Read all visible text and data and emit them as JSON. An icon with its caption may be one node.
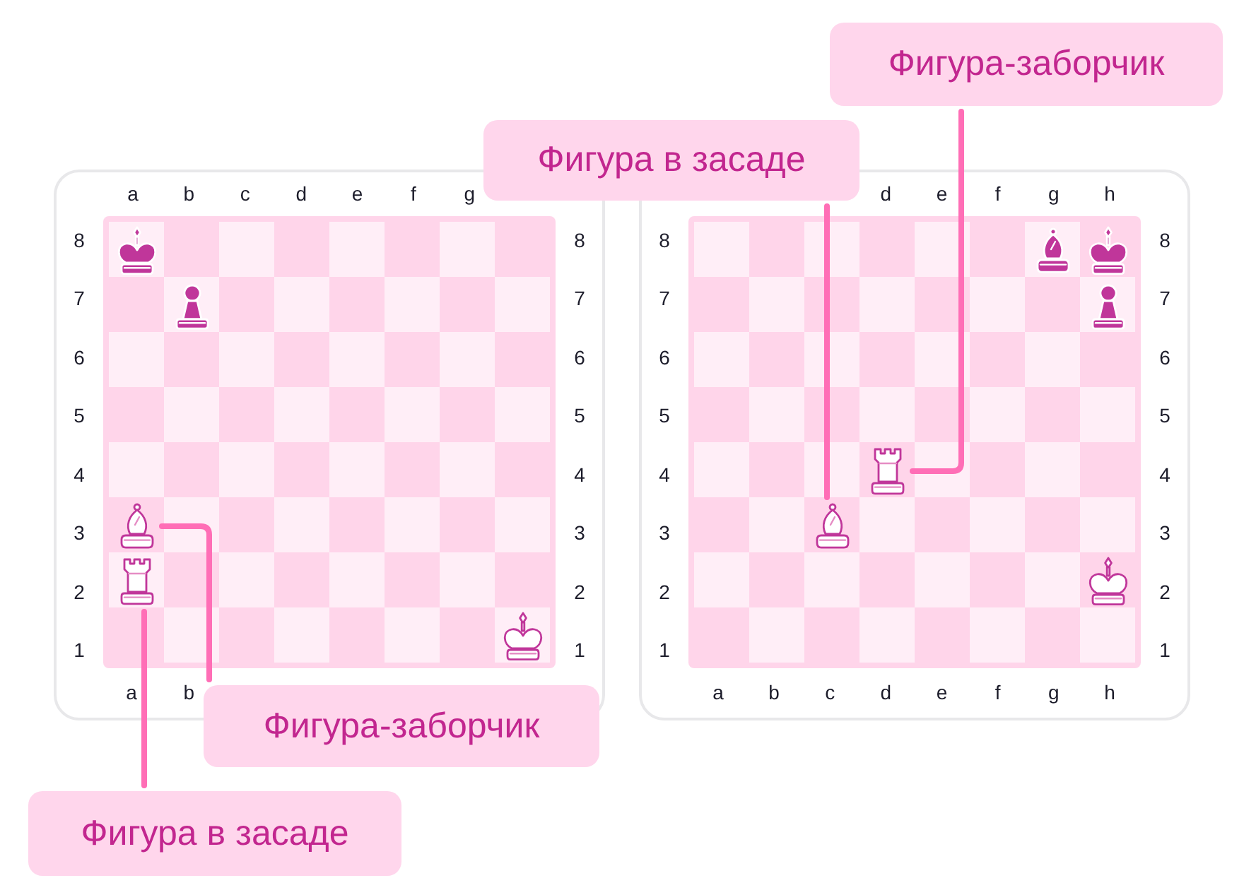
{
  "diagram": {
    "nodes": [
      {
        "text": [
          "Фигура-заборчик"
        ]
      },
      {
        "text": [
          "Фигура в засаде"
        ]
      },
      {
        "text": [],
        "shape": "picture"
      },
      {
        "text": [],
        "shape": "picture"
      },
      {
        "text": [],
        "shape": "picture"
      },
      {
        "text": [],
        "shape": "picture"
      },
      {
        "text": [
          "Фигура-заборчик"
        ]
      },
      {
        "text": [
          "Фигура в засаде"
        ]
      }
    ],
    "edges": [
      {
        "from": 0,
        "to": 2,
        "arrow": "none"
      },
      {
        "from": 1,
        "to": 4,
        "arrow": "none"
      },
      {
        "from": 6,
        "to": 3,
        "arrow": "none"
      },
      {
        "from": 7,
        "to": 5,
        "arrow": "none"
      }
    ],
    "labels": [
      "a",
      "b",
      "c",
      "d",
      "e",
      "f",
      "g",
      "d",
      "e",
      "f",
      "g",
      "h",
      "8",
      "8",
      "8",
      "8",
      "7",
      "7",
      "7",
      "7",
      "6",
      "6",
      "6",
      "6",
      "5",
      "5",
      "5",
      "5",
      "4",
      "4",
      "4",
      "4",
      "3",
      "3",
      "3",
      "3",
      "2",
      "2",
      "2",
      "2",
      "1",
      "1",
      "1",
      "1",
      "a",
      "b",
      "a",
      "b",
      "c",
      "d",
      "e",
      "f",
      "g",
      "h"
    ]
  }
}
